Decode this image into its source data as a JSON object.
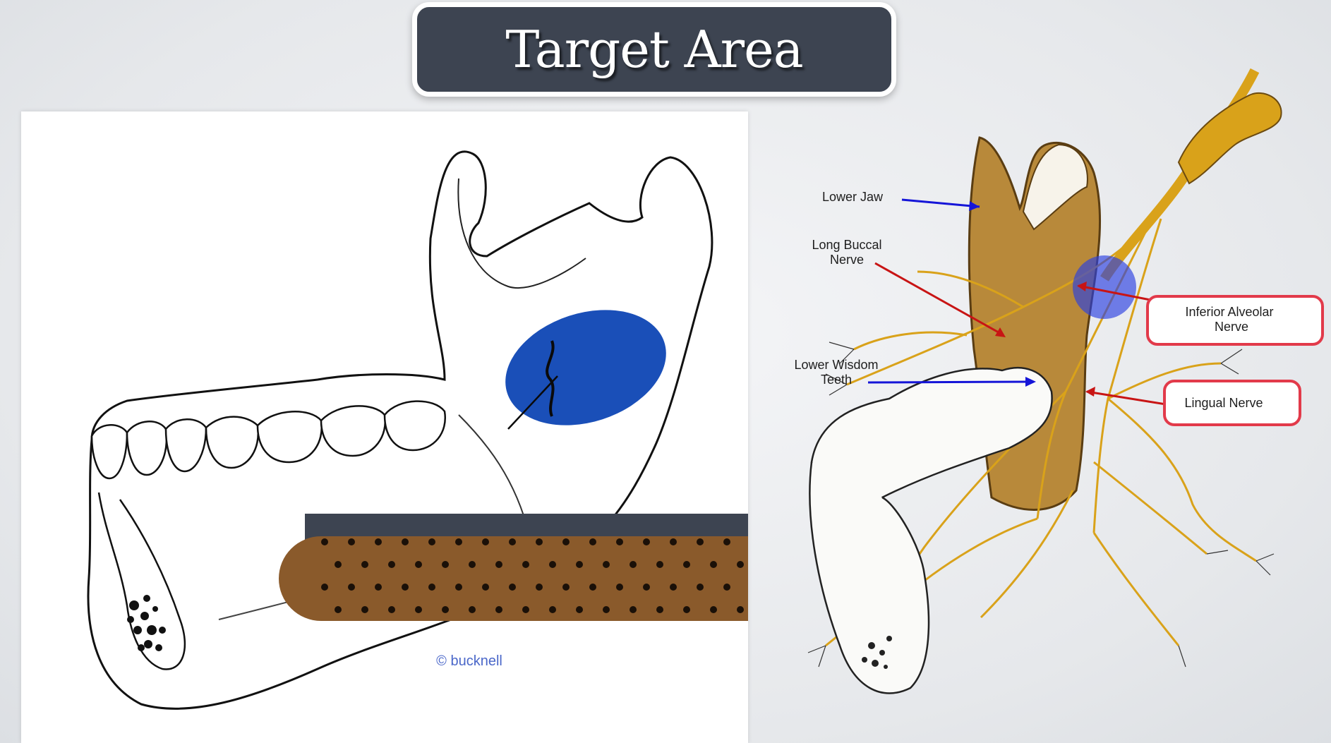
{
  "slide": {
    "title": "Target Area"
  },
  "left_figure": {
    "watermark": "© bucknell"
  },
  "right_figure": {
    "labels": {
      "lower_jaw": "Lower Jaw",
      "long_buccal_line1": "Long Buccal",
      "long_buccal_line2": "Nerve",
      "wisdom_line1": "Lower Wisdom",
      "wisdom_line2": "Teeth",
      "inferior_line1": "Inferior Alveolar",
      "inferior_line2": "Nerve",
      "lingual": "Lingual Nerve"
    }
  },
  "colors": {
    "title_bg": "#3d4451",
    "highlight_blue": "#1a4fb8",
    "bandage_brown": "#8a5a2b",
    "bone": "#b8893a",
    "nerve": "#d9a21a",
    "callout_red": "#e23a4a",
    "arrow_blue": "#1515d8",
    "arrow_red": "#c81414"
  }
}
